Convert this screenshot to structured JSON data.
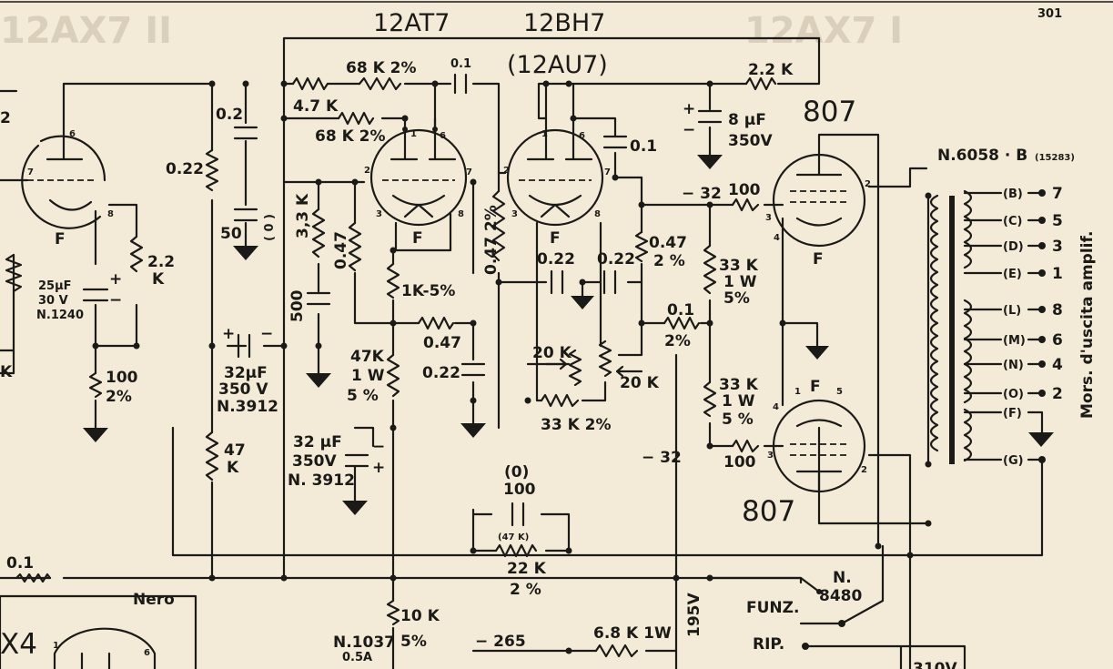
{
  "page_number": "301",
  "background_ghost_text": [
    "12AX7 II",
    "12AX7 I"
  ],
  "tubes": {
    "v_12at7": {
      "type": "12AT7",
      "heater": "F"
    },
    "v_12bh7": {
      "type": "12BH7",
      "alt": "(12AU7)",
      "heater": "F"
    },
    "v_807_top": {
      "type": "807",
      "heater": "F"
    },
    "v_807_bottom": {
      "type": "807",
      "heater": "F"
    },
    "v_left": {
      "heater": "F"
    },
    "v_rect": {
      "type": "X4"
    }
  },
  "components": {
    "r_68k_top": "68 K 2%",
    "c_01_top": "0.1",
    "r_47k_top": "4.7 K",
    "r_68k_mid": "68 K 2%",
    "r_22k_top": "2.2 K",
    "c_8uf_value": "8 μF",
    "c_8uf_voltage": "350V",
    "c_8uf_plus": "+",
    "c_8uf_minus": "−",
    "c_01_right": "0.1",
    "c_02": "0.2",
    "c_0_paren": "( 0 )",
    "c_50": "50",
    "r_022_left": "0.22",
    "r_33k": "3,3 K",
    "c_500": "500",
    "r_047_a": "0.47",
    "r_1k5": "1K-5%",
    "r_047_mid": "0.47",
    "c_022_mid": "0.22",
    "r_047_2pct": "0.47 2%",
    "c_022_a": "0.22",
    "c_022_b": "0.22",
    "r_047_right_value": "0.47",
    "r_047_right_tol": "2 %",
    "r_33k_1w_top_value": "33 K",
    "r_33k_1w_top_watt": "1 W",
    "r_33k_1w_top_tol": "5%",
    "c_01_mid_value": "0.1",
    "c_01_mid_tol": "2%",
    "pot_20k_left": "20 K",
    "pot_20k_right": "20 K",
    "r_33k_2pct": "33 K 2%",
    "r_33k_1w_bot_value": "33 K",
    "r_33k_1w_bot_watt": "1 W",
    "r_33k_1w_bot_tol": "5 %",
    "r_100_top": "100",
    "r_100_bot": "100",
    "bias_top": "− 32",
    "bias_bot": "− 32",
    "c_25uf_value": "25μF",
    "c_25uf_voltage": "30 V",
    "c_25uf_part": "N.1240",
    "r_22k_left_value": "2.2",
    "r_22k_left_unit": "K",
    "r_100_left_value": "100",
    "r_100_left_tol": "2%",
    "c_32uf_a_value": "32μF",
    "c_32uf_a_voltage": "350 V",
    "c_32uf_a_part": "N.3912",
    "r_47k_left_value": "47",
    "r_47k_left_unit": "K",
    "r_47k_1w_value": "47K",
    "r_47k_1w_watt": "1 W",
    "r_47k_1w_tol": "5 %",
    "c_32uf_b_value": "32 μF",
    "c_32uf_b_voltage": "350V",
    "c_32uf_b_part": "N. 3912",
    "c_100_paren": "(0)",
    "c_100": "100",
    "r_47k_paren": "(47 K)",
    "r_22k_2pct_value": "22 K",
    "r_22k_2pct_tol": "2 %",
    "r_01_left": "0.1",
    "r_10k_value": "10 K",
    "r_10k_tol": "5%",
    "fuse_part": "N.1037",
    "fuse_rating": "0.5A",
    "v_minus_265": "− 265",
    "r_68k_1w": "6.8 K 1W",
    "v_195": "195V",
    "wire_nero": "Nero",
    "switch_part_prefix": "N.",
    "switch_part_number": "8480",
    "switch_funz": "FUNZ.",
    "switch_rip": "RIP.",
    "v_310": "310V"
  },
  "left_fragments": {
    "pin_2": "2",
    "k_label": "K"
  },
  "transformer": {
    "part": "N.6058 · B",
    "code": "(15283)",
    "terminals": [
      {
        "letter": "(B)",
        "num": "7"
      },
      {
        "letter": "(C)",
        "num": "5"
      },
      {
        "letter": "(D)",
        "num": "3"
      },
      {
        "letter": "(E)",
        "num": "1"
      },
      {
        "letter": "(L)",
        "num": "8"
      },
      {
        "letter": "(M)",
        "num": "6"
      },
      {
        "letter": "(N)",
        "num": "4"
      },
      {
        "letter": "(O)",
        "num": "2"
      },
      {
        "letter": "(F)",
        "num": ""
      },
      {
        "letter": "(G)",
        "num": ""
      }
    ],
    "output_label": "Mors. d'uscita amplif."
  },
  "pins": {
    "at7": [
      "1",
      "6",
      "2",
      "7",
      "3",
      "8"
    ],
    "bh7": [
      "1",
      "6",
      "2",
      "7",
      "3",
      "8"
    ],
    "p807_top": [
      "2",
      "3",
      "4"
    ],
    "p807_bot": [
      "1",
      "5",
      "4",
      "3",
      "2"
    ],
    "left_tube": [
      "6",
      "7",
      "8"
    ],
    "rect": [
      "1",
      "6"
    ]
  }
}
